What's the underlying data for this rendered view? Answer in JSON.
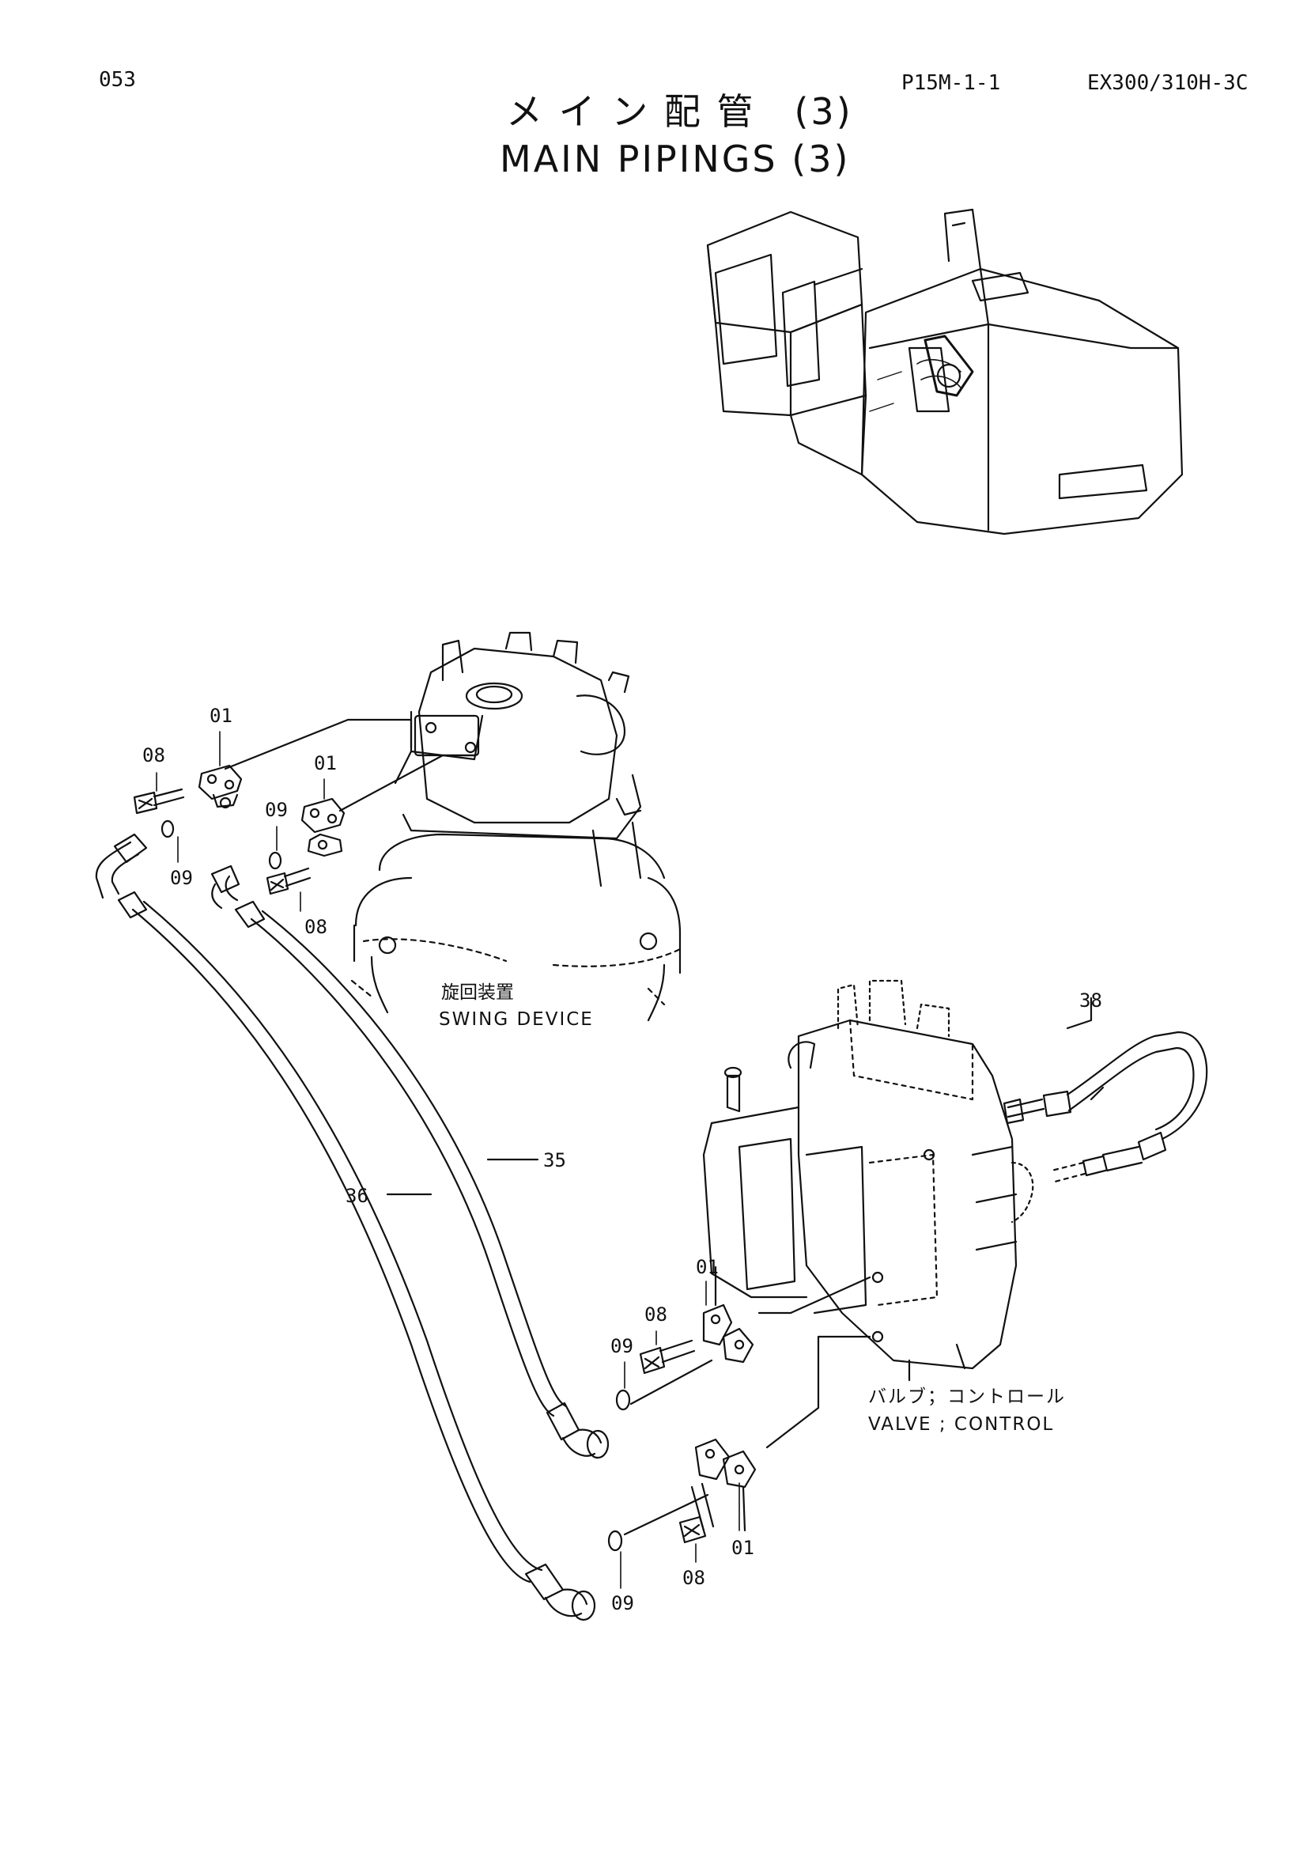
{
  "header": {
    "page_number": "053",
    "code": "P15M-1-1",
    "model": "EX300/310H-3C"
  },
  "title": {
    "japanese": "メ イ ン 配 管　(3)",
    "english": "MAIN PIPINGS (3)"
  },
  "components": {
    "swing_device": {
      "jp": "旋回装置",
      "en": "SWING DEVICE"
    },
    "control_valve": {
      "jp": "バルブ；コントロール",
      "en": "VALVE ; CONTROL"
    }
  },
  "part_callouts": [
    "01",
    "08",
    "09",
    "01",
    "09",
    "08",
    "38",
    "35",
    "36",
    "01",
    "08",
    "09",
    "01",
    "08",
    "09"
  ]
}
